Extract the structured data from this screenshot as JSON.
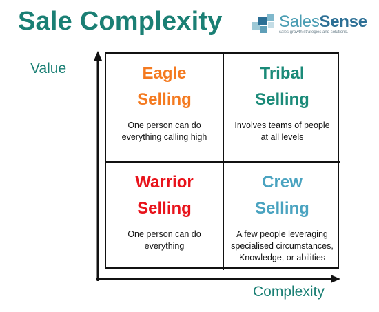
{
  "title": "Sale Complexity",
  "logo": {
    "brand_light": "Sales",
    "brand_bold": "Sense",
    "tagline": "sales growth strategies and solutions."
  },
  "axes": {
    "y_label": "Value",
    "x_label": "Complexity"
  },
  "quadrants": {
    "top_left": {
      "title_line1": "Eagle",
      "title_line2": "Selling",
      "description_line1": "One person can do",
      "description_line2": "everything calling high",
      "color": "#f47a20"
    },
    "top_right": {
      "title_line1": "Tribal",
      "title_line2": "Selling",
      "description_line1": "Involves teams of people",
      "description_line2": "at all levels",
      "color": "#1a8a78"
    },
    "bottom_left": {
      "title_line1": "Warrior",
      "title_line2": "Selling",
      "description_line1": "One person can do",
      "description_line2": "everything",
      "color": "#e8131b"
    },
    "bottom_right": {
      "title_line1": "Crew",
      "title_line2": "Selling",
      "description_line1": "A few people leveraging",
      "description_line2": "specialised circumstances,",
      "description_line3": "Knowledge, or abilities",
      "color": "#4aa3c0"
    }
  },
  "colors": {
    "title": "#1a7f74",
    "axis": "#111111"
  }
}
